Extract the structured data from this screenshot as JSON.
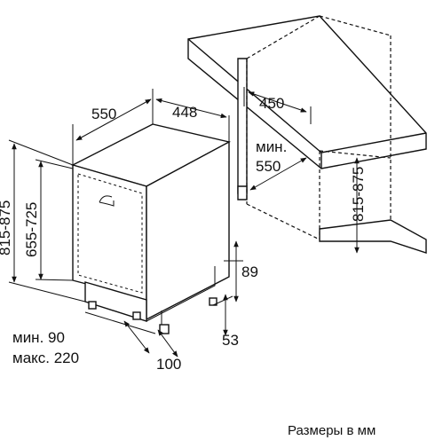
{
  "dimensions": {
    "width_depth": "550",
    "width_front": "448",
    "niche_width": "450",
    "niche_depth_line1": "мин.",
    "niche_depth_line2": "550",
    "niche_height": "815-875",
    "height_outer": "815-875",
    "height_body": "655-725",
    "plinth_height": "89",
    "plinth_offset": "53",
    "plinth_depth": "100",
    "plinth_range_line1": "мин. 90",
    "plinth_range_line2": "макс. 220"
  },
  "caption": "Размеры в мм"
}
